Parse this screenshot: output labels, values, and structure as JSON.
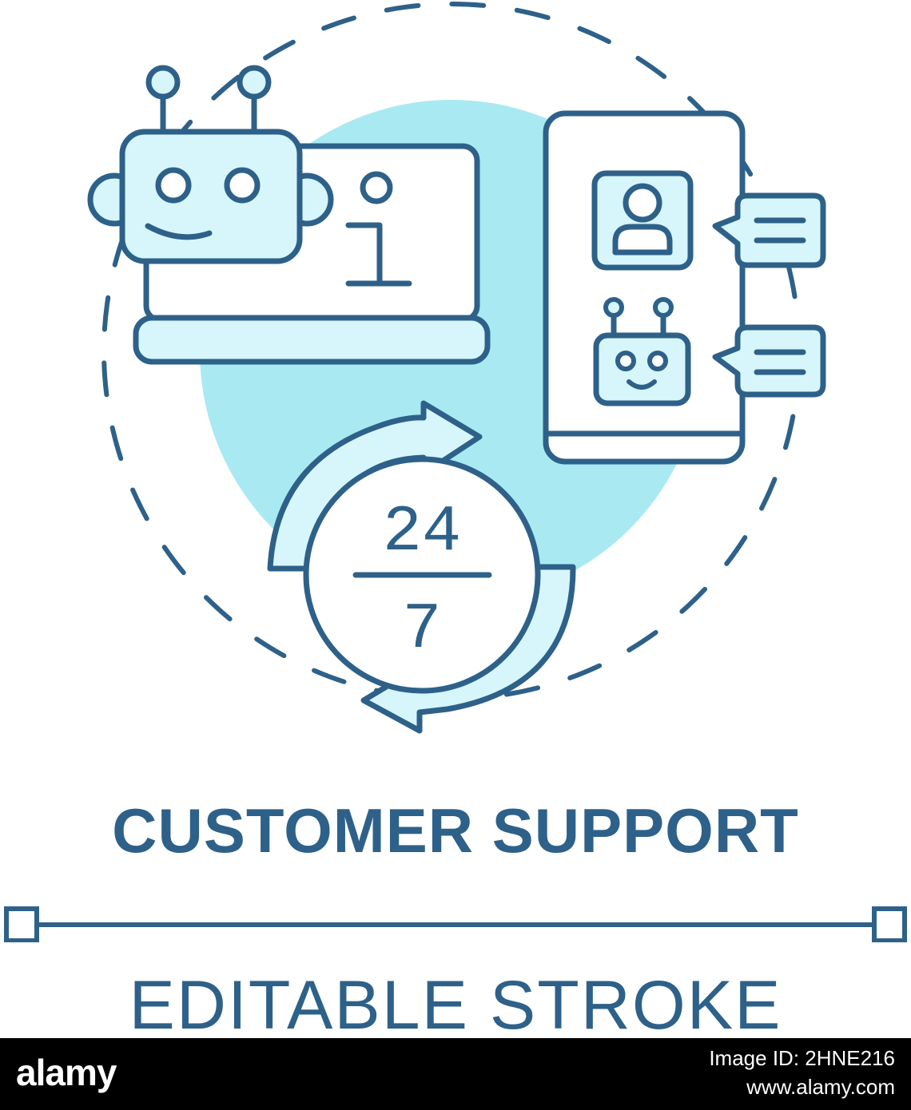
{
  "icon": {
    "title": "CUSTOMER SUPPORT",
    "subtitle": "EDITABLE STROKE",
    "availability_numerator": "24",
    "availability_denominator": "7",
    "info_glyph": "i",
    "elements": [
      "robot-icon",
      "laptop-icon",
      "info-icon",
      "smartphone-icon",
      "user-avatar-icon",
      "chatbot-icon",
      "speech-bubble-icon",
      "cycle-arrows-icon"
    ]
  },
  "colors": {
    "stroke": "#2e6189",
    "fill_light": "#d6f6fb",
    "fill_accent": "#a9eaf2",
    "background": "#ffffff",
    "footer_bg": "#000000",
    "footer_text": "#ffffff"
  },
  "footer": {
    "logo": "alamy",
    "image_id": "Image ID: 2HNE216",
    "url": "www.alamy.com"
  }
}
